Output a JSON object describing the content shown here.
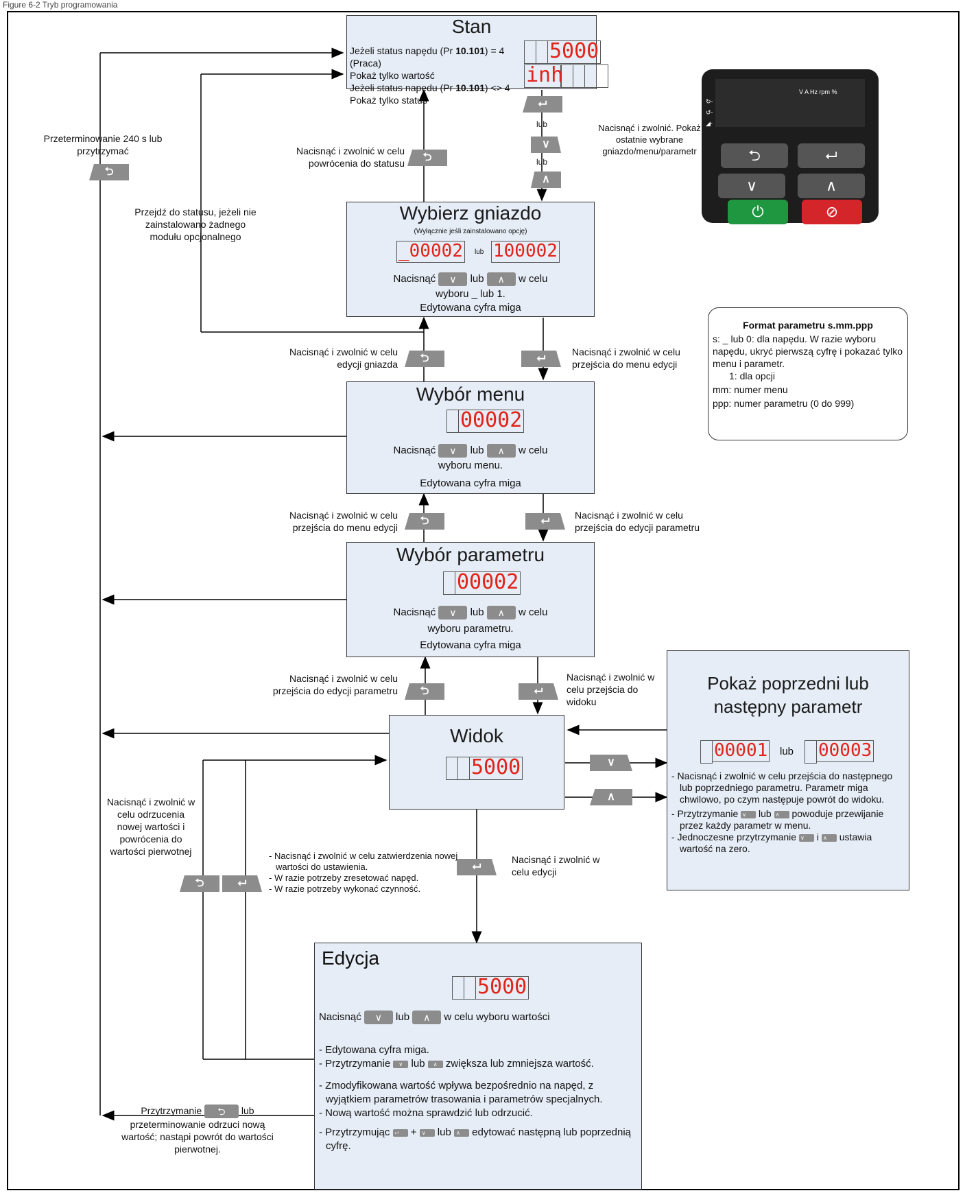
{
  "page_label": "Figure 6-2 Tryb programowania",
  "stan": {
    "title": "Stan",
    "line1_pre": "Jeżeli status napędu (Pr ",
    "line1_bold": "10.101",
    "line1_post": ") = 4 (Praca)",
    "line2": "Pokaż tylko wartość",
    "line3_pre": "Jeżeli status napędu (Pr ",
    "line3_bold": "10.101",
    "line3_post": ") <> 4",
    "line4": "Pokaż tylko status",
    "disp1": "5000",
    "disp2": "inh"
  },
  "wybierz_gniazdo": {
    "title": "Wybierz gniazdo",
    "subtitle": "(Wyłącznie jeśli zainstalowano opcję)",
    "disp_a": "_00002",
    "disp_lub": "lub",
    "disp_b": "100002",
    "press_a": "Nacisnąć",
    "press_lub": "lub",
    "press_b": "w celu",
    "line2": "wyboru _ lub 1.",
    "line3": "Edytowana cyfra miga"
  },
  "wybor_menu": {
    "title": "Wybór menu",
    "disp": "00002",
    "press_a": "Nacisnąć",
    "press_lub": "lub",
    "press_b": "w celu",
    "line2": "wyboru menu.",
    "line3": "Edytowana cyfra miga"
  },
  "wybor_parametru": {
    "title": "Wybór parametru",
    "disp": "00002",
    "press_a": "Nacisnąć",
    "press_lub": "lub",
    "press_b": "w celu",
    "line2": "wyboru parametru.",
    "line3": "Edytowana cyfra miga"
  },
  "widok": {
    "title": "Widok",
    "disp": "5000"
  },
  "pokaz": {
    "title1": "Pokaż poprzedni lub",
    "title2": "następny parametr",
    "disp_a": "00001",
    "disp_lub": "lub",
    "disp_b": "00003",
    "b1": "- Nacisnąć i zwolnić w celu przejścia do następnego lub poprzedniego parametru. Parametr miga chwilowo, po czym następuje powrót do widoku.",
    "b2_pre": "- Przytrzymanie",
    "b2_lub": "lub",
    "b2_post": "powoduje przewijanie przez każdy parametr w menu.",
    "b3_pre": "- Jednoczesne przytrzymanie",
    "b3_i": "i",
    "b3_post": "ustawia wartość na zero."
  },
  "edycja": {
    "title": "Edycja",
    "disp": "5000",
    "press_a": "Nacisnąć",
    "press_lub": "lub",
    "press_b": "w celu wyboru wartości",
    "b1": "- Edytowana cyfra miga.",
    "b2_pre": "- Przytrzymanie",
    "b2_lub": "lub",
    "b2_post": "zwiększa lub zmniejsza wartość.",
    "b3": "- Zmodyfikowana wartość wpływa bezpośrednio na napęd, z wyjątkiem parametrów trasowania i parametrów specjalnych.",
    "b4": "- Nową wartość można sprawdzić lub odrzucić.",
    "b5_pre": "- Przytrzymując",
    "b5_lub": "lub",
    "b5_post": "edytować następną lub poprzednią cyfrę."
  },
  "legend": {
    "title": "Format parametru s.mm.ppp",
    "l1": "s: _ lub 0:  dla napędu. W razie wyboru napędu, ukryć pierwszą cyfrę i pokazać tylko menu i parametr.",
    "l2": "1:  dla opcji",
    "l3": "mm: numer menu",
    "l4": "ppp: numer parametru (0 do 999)"
  },
  "annotations": {
    "timeout": "Przeterminowanie 240 s lub przytrzymać",
    "back_status": "Nacisnąć i zwolnić w celu powrócenia do statusu",
    "lub1": "lub",
    "lub2": "lub",
    "show_last": "Nacisnąć i zwolnić. Pokaż ostatnie wybrane gniazdo/menu/parametr",
    "goto_status": "Przejdź do statusu, jeżeli nie zainstalowano żadnego modułu opcjonalnego",
    "edit_slot": "Nacisnąć i zwolnić w celu edycji gniazda",
    "menu_edit_1": "Nacisnąć i zwolnić w celu przejścia do menu edycji",
    "menu_edit_2": "Nacisnąć i zwolnić w celu przejścia do menu edycji",
    "param_edit_1": "Nacisnąć i zwolnić w celu przejścia do edycji parametru",
    "param_edit_2": "Nacisnąć i zwolnić w celu przejścia do edycji parametru",
    "to_view": "Nacisnąć i zwolnić w celu przejścia do widoku",
    "reject": "Nacisnąć i zwolnić w celu odrzucenia nowej wartości i powrócenia do wartości pierwotnej",
    "confirm1": "- Nacisnąć i zwolnić w celu zatwierdzenia nowej wartości do ustawienia.",
    "confirm2": "- W razie potrzeby zresetować napęd.",
    "confirm3": "- W razie potrzeby wykonać czynność.",
    "to_edit": "Nacisnąć i zwolnić w celu edycji",
    "hold_pre": "Przytrzymanie",
    "hold_post": "lub przeterminowanie odrzuci nową wartość; nastąpi powrót do wartości pierwotnej."
  },
  "keypad": {
    "units": "V   A   Hz  rpm %"
  },
  "icons": {
    "back": "↵back-arrow-icon",
    "enter": "enter-arrow-icon",
    "down": "down-arrow-icon",
    "up": "up-arrow-icon"
  },
  "colors": {
    "box_fill": "#e6edf6",
    "segment_red": "#e2231a",
    "button_grey": "#8c8c8c"
  }
}
